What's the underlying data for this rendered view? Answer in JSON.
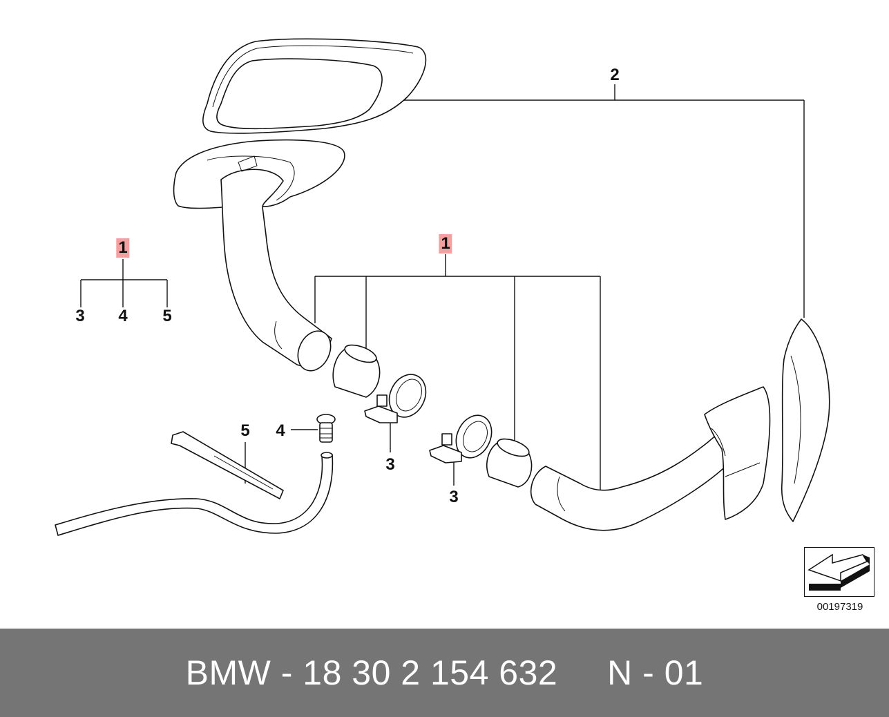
{
  "callouts": {
    "c1_left": "1",
    "c3_left": "3",
    "c4_left": "4",
    "c5_left": "5",
    "c1_center": "1",
    "c2": "2",
    "c3_a": "3",
    "c3_b": "3",
    "c4_b": "4",
    "c5_b": "5"
  },
  "reference_number": "00197319",
  "footer": {
    "text": "BMW - 18 30 2 154 632     N - 01"
  },
  "colors": {
    "highlight": "#f3a0a0",
    "footer_bg": "#757575",
    "footer_text": "#ffffff"
  }
}
